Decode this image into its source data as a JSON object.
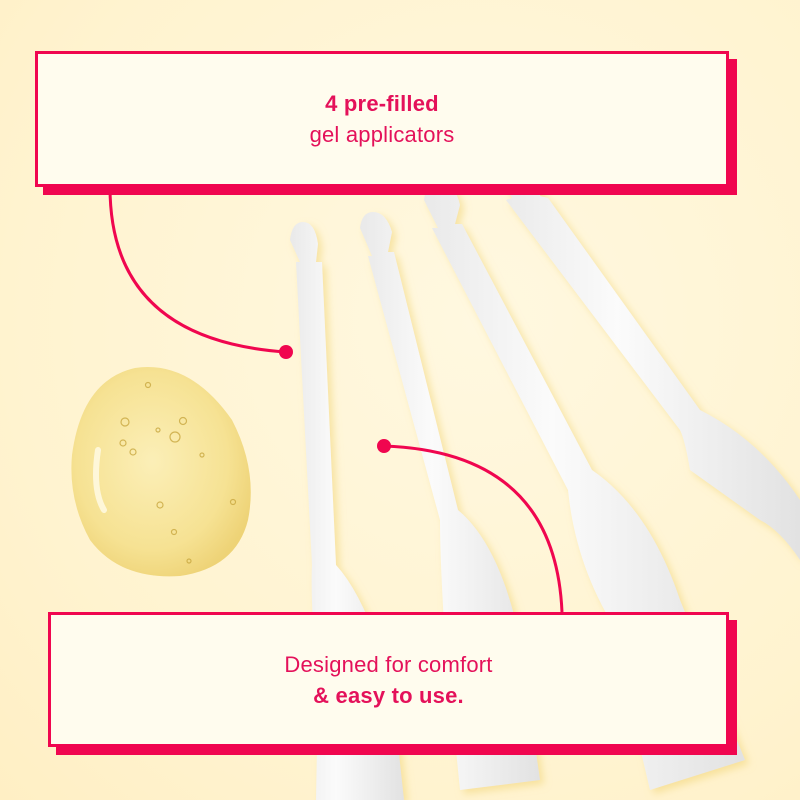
{
  "callouts": {
    "top": {
      "line1": "4 pre-filled",
      "line2": "gel applicators"
    },
    "bottom": {
      "line1": "Designed for comfort",
      "line2": "& easy to use."
    }
  },
  "colors": {
    "accent": "#f0064f",
    "text": "#e4115a",
    "background": "#fff3cf",
    "box_fill": "#fffcee",
    "gel": "#f7e39a"
  },
  "product": {
    "applicator_count": "4",
    "gel_drop": "gel-droplet"
  }
}
